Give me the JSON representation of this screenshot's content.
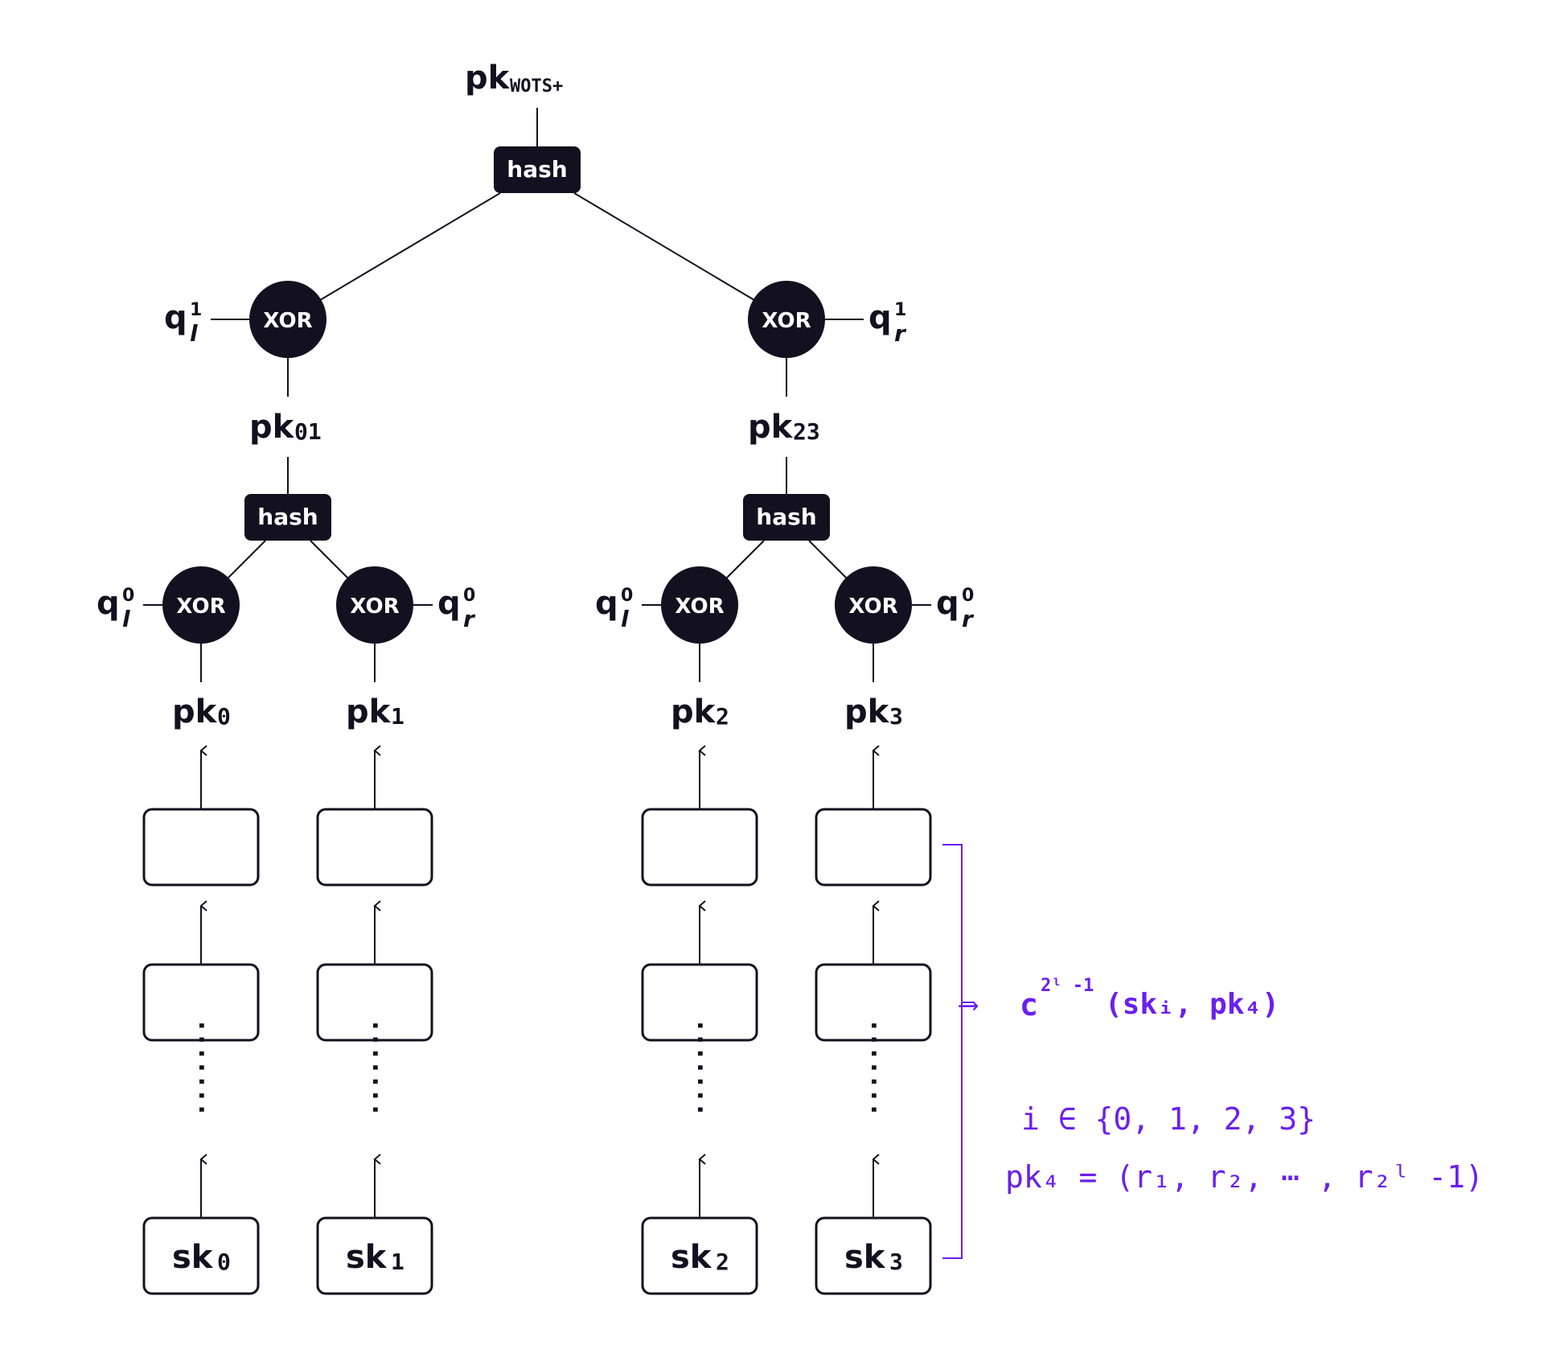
{
  "root": {
    "pk_base": "pk",
    "pk_sub": "WOTS+",
    "hash": "hash"
  },
  "level1": [
    {
      "xor": "XOR",
      "q_base": "q",
      "q_sup": "1",
      "q_sub": "l",
      "pk_base": "pk",
      "pk_sub": "01",
      "hash": "hash"
    },
    {
      "xor": "XOR",
      "q_base": "q",
      "q_sup": "1",
      "q_sub": "r",
      "pk_base": "pk",
      "pk_sub": "23",
      "hash": "hash"
    }
  ],
  "level0": [
    {
      "xor": "XOR",
      "q_base": "q",
      "q_sup": "0",
      "q_sub": "l",
      "pk_base": "pk",
      "pk_sub": "0",
      "sk_base": "sk",
      "sk_sub": "0"
    },
    {
      "xor": "XOR",
      "q_base": "q",
      "q_sup": "0",
      "q_sub": "r",
      "pk_base": "pk",
      "pk_sub": "1",
      "sk_base": "sk",
      "sk_sub": "1"
    },
    {
      "xor": "XOR",
      "q_base": "q",
      "q_sup": "0",
      "q_sub": "l",
      "pk_base": "pk",
      "pk_sub": "2",
      "sk_base": "sk",
      "sk_sub": "2"
    },
    {
      "xor": "XOR",
      "q_base": "q",
      "q_sup": "0",
      "q_sub": "r",
      "pk_base": "pk",
      "pk_sub": "3",
      "sk_base": "sk",
      "sk_sub": "3"
    }
  ],
  "dots": "·······",
  "annotation": {
    "arrow": "⟶",
    "func": "c",
    "func_sup": "2ˡ -1",
    "func_args": "(skᵢ, pk₄)",
    "index_line": "i  ∈ {0, 1, 2, 3}",
    "pk_line": "pk₄  =  (r₁, r₂, ⋯ , r₂ˡ -1)"
  },
  "colors": {
    "ink": "#131020",
    "accent": "#6a1ff0"
  }
}
